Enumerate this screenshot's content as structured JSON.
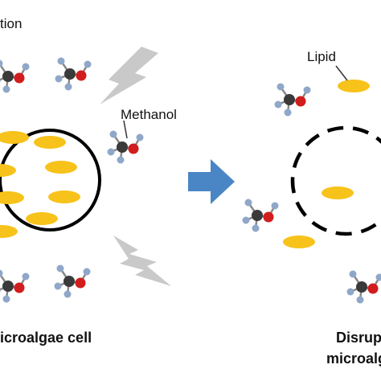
{
  "labels": {
    "top_left_partial": "tion",
    "methanol": "Methanol",
    "lipid": "Lipid",
    "left_caption": "icroalgae cell",
    "right_caption_line1": "Disrup",
    "right_caption_line2": "microalg"
  },
  "colors": {
    "lipid_fill": "#f7c21a",
    "arrow_fill": "#4a86c5",
    "lightning_fill": "#c9c9c9",
    "carbon": "#3a3a3a",
    "oxygen": "#d11d1d",
    "hydrogen": "#8fa7c9",
    "cell_outline": "#000000"
  },
  "icons": [
    "lightning-bolt-icon",
    "process-arrow-icon",
    "methanol-molecule-icon"
  ]
}
